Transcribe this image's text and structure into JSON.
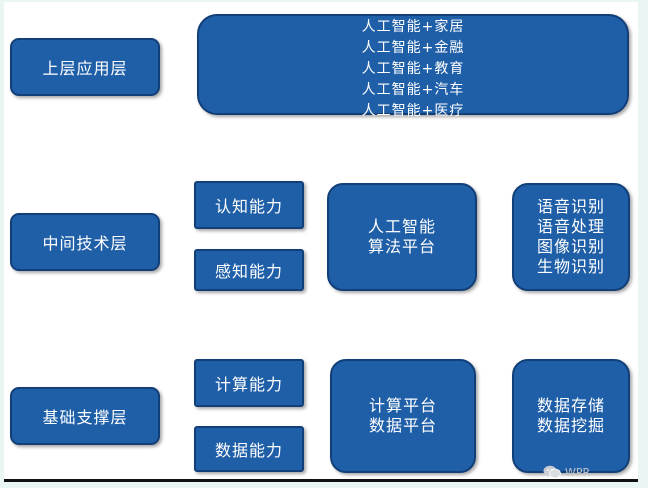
{
  "layers": {
    "top": "上层应用层",
    "middle": "中间技术层",
    "base": "基础支撑层"
  },
  "applications": [
    "人工智能+家居",
    "人工智能+金融",
    "人工智能+教育",
    "人工智能+汽车",
    "人工智能+医疗"
  ],
  "capabilities": {
    "cognitive": "认知能力",
    "perception": "感知能力",
    "computing": "计算能力",
    "data": "数据能力"
  },
  "platforms": {
    "ai_algorithm": [
      "人工智能",
      "算法平台"
    ],
    "recognition": [
      "语音识别",
      "语音处理",
      "图像识别",
      "生物识别"
    ],
    "compute_data": [
      "计算平台",
      "数据平台"
    ],
    "storage": [
      "数据存储",
      "数据挖掘"
    ]
  },
  "watermark": "WPR",
  "colors": {
    "box": "#1f5fa8",
    "border": "#123f78",
    "text": "#ffffff"
  }
}
